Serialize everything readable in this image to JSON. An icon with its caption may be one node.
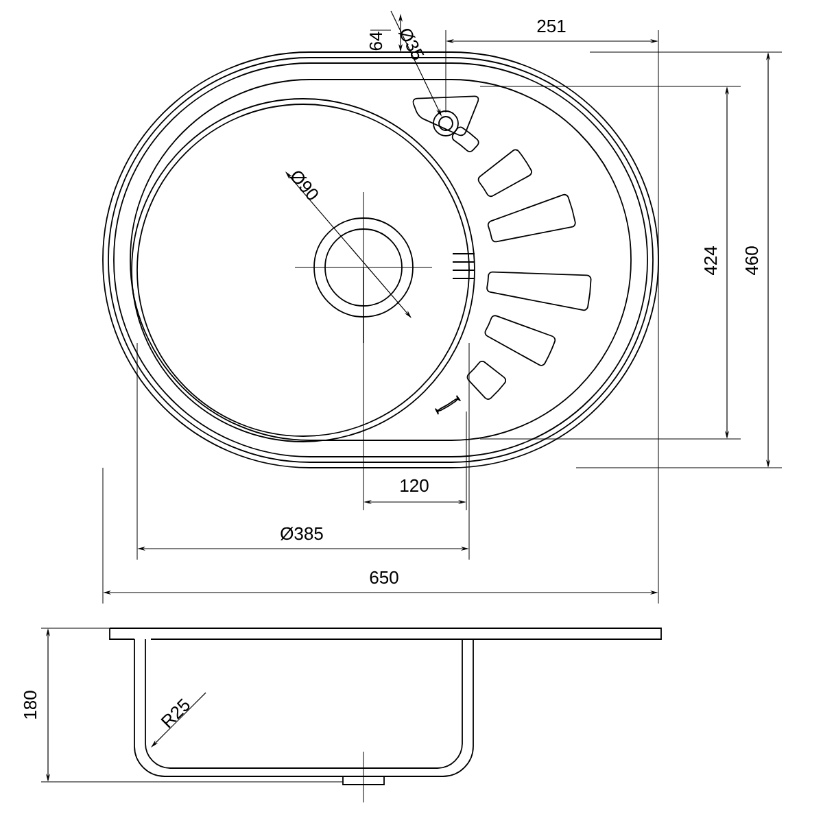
{
  "diagram": {
    "labels": [
      "64",
      "Ø35",
      "251",
      "Ø90",
      "424",
      "460",
      "120",
      "Ø385",
      "650",
      "180",
      "R25"
    ]
  }
}
